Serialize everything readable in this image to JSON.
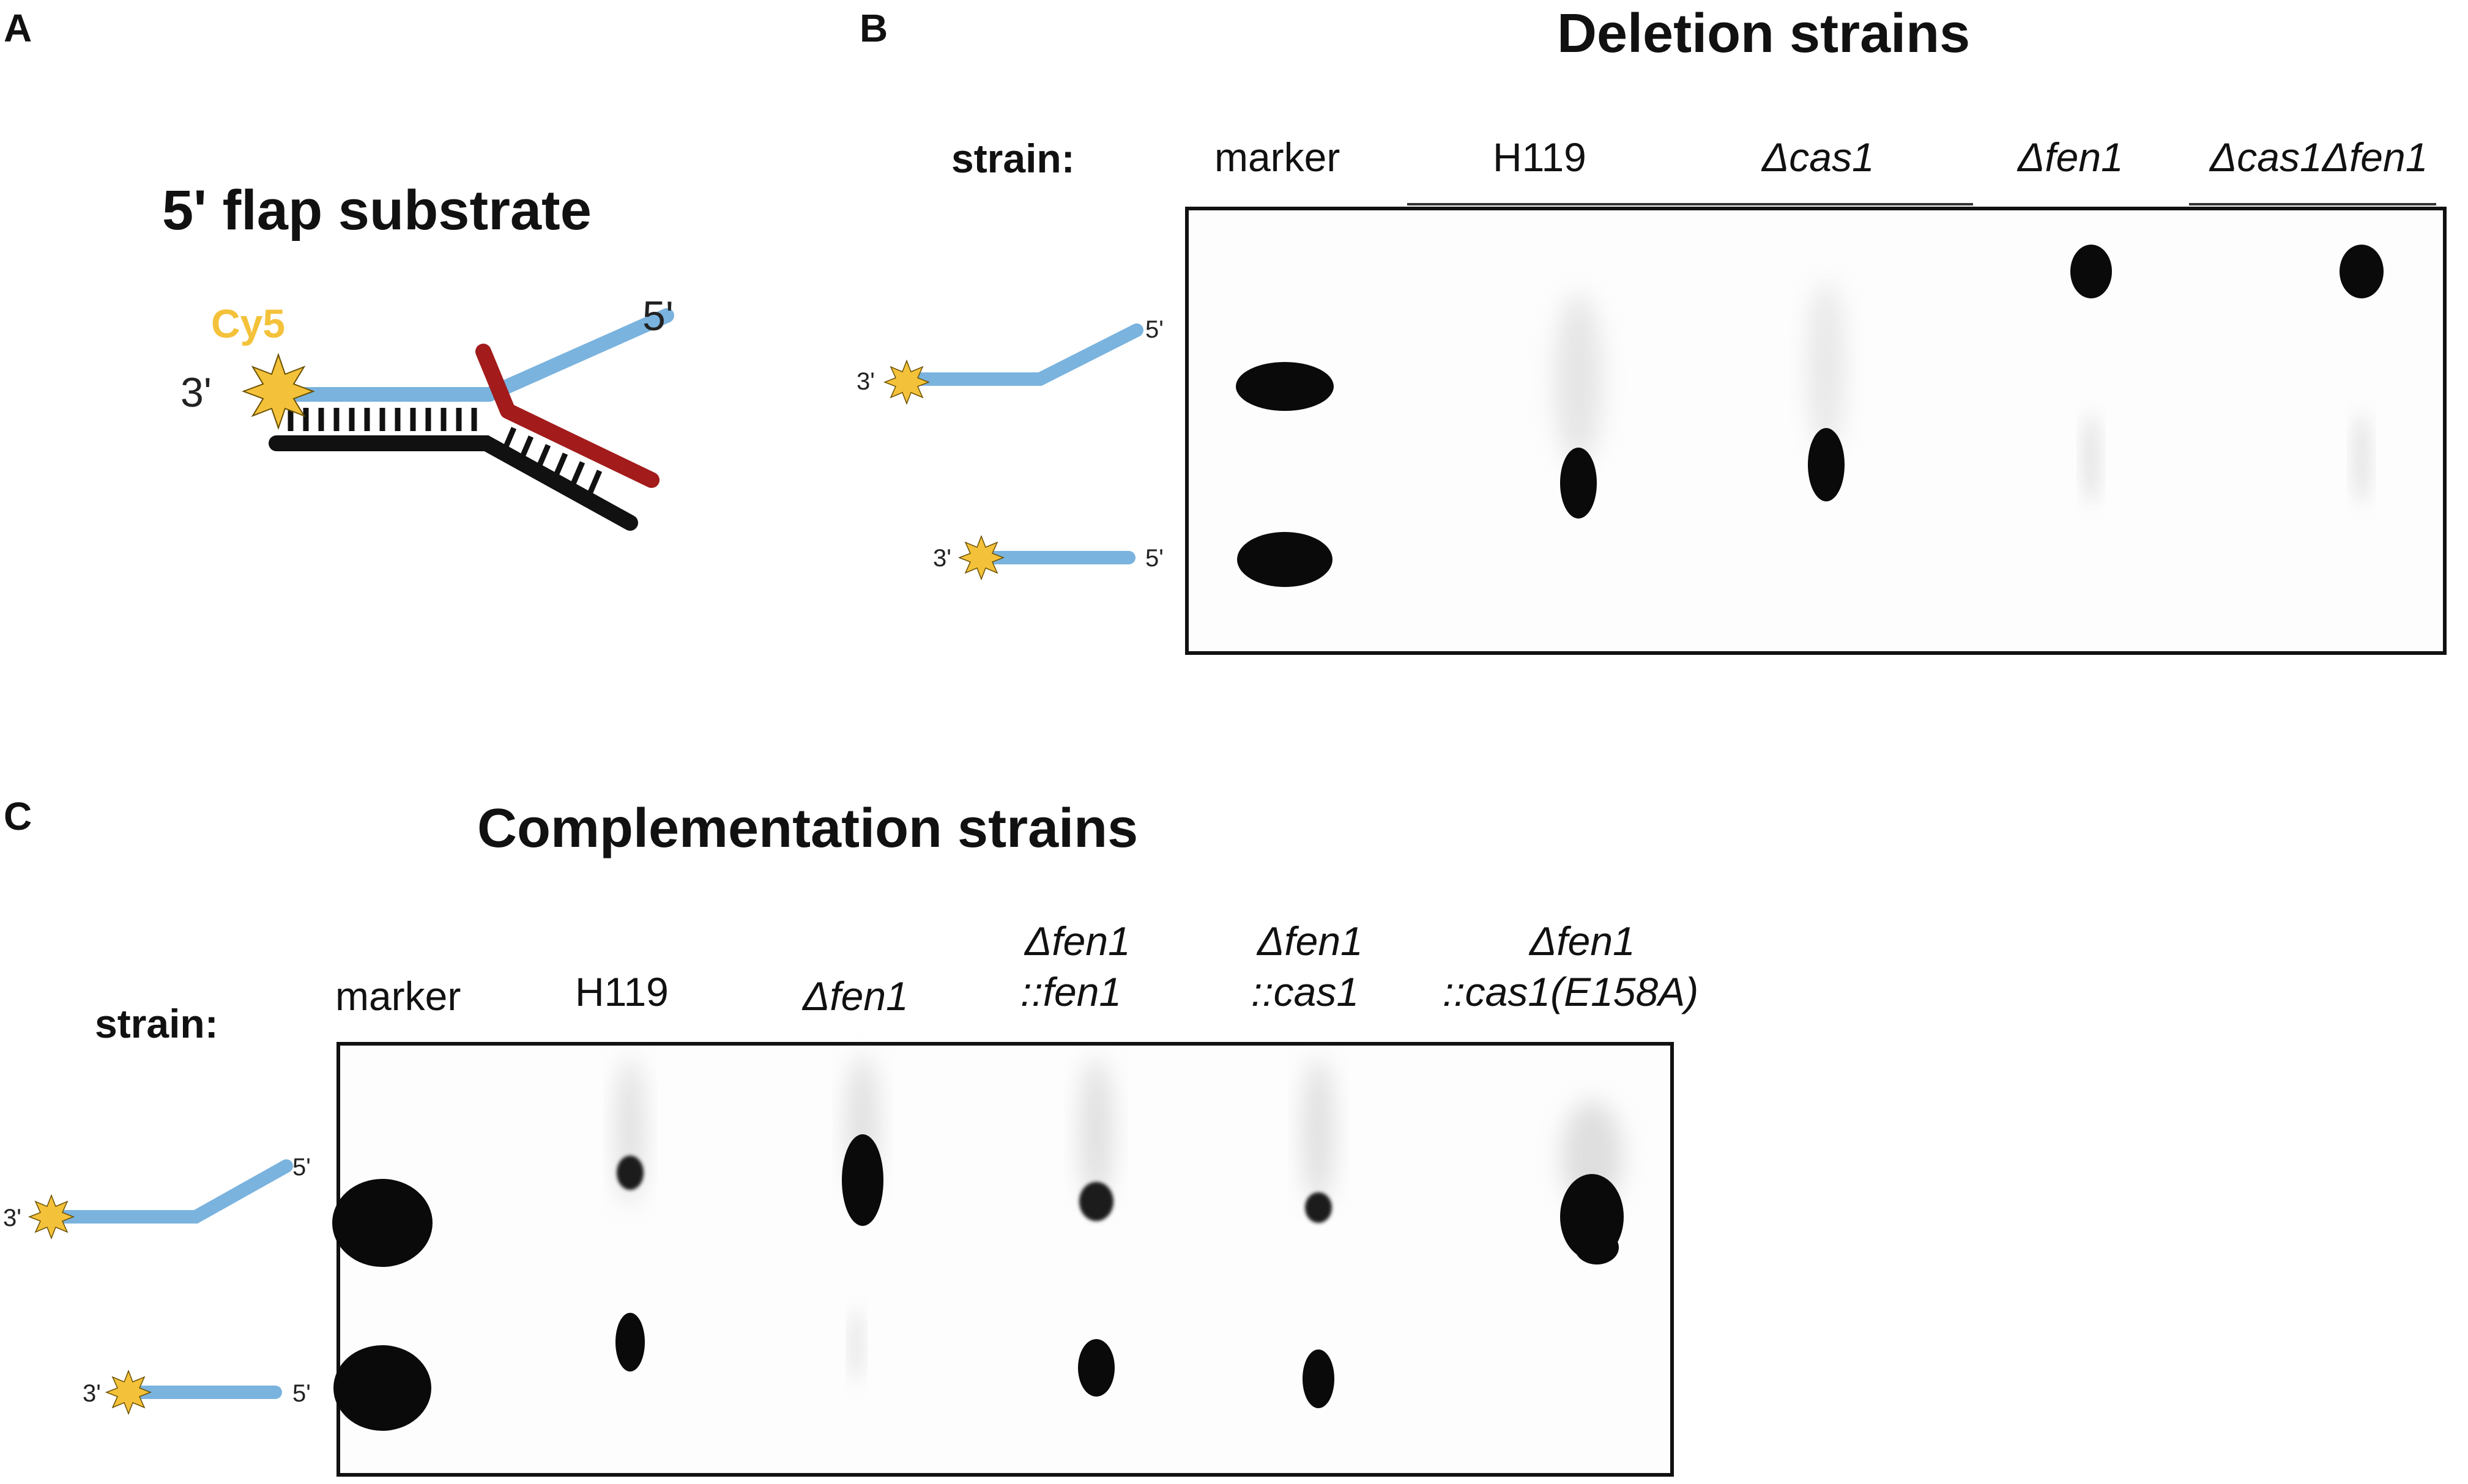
{
  "panel_a": {
    "letter": "A",
    "title": "5' flap substrate",
    "fluor_label": "Cy5",
    "three_prime": "3'",
    "five_prime": "5'"
  },
  "panel_b": {
    "letter": "B",
    "title": "Deletion strains",
    "strain_label": "strain:",
    "lanes": [
      "marker",
      "H119",
      "Δcas1",
      "Δfen1",
      "Δcas1Δfen1"
    ],
    "substrate_ends": {
      "three_prime": "3'",
      "five_prime": "5'"
    },
    "product_ends": {
      "three_prime": "3'",
      "five_prime": "5'"
    }
  },
  "panel_c": {
    "letter": "C",
    "title": "Complementation strains",
    "strain_label": "strain:",
    "lanes": [
      {
        "line1": "",
        "line2": "marker"
      },
      {
        "line1": "",
        "line2": "H119"
      },
      {
        "line1": "",
        "line2": "Δfen1"
      },
      {
        "line1": "Δfen1",
        "line2": "::fen1"
      },
      {
        "line1": "Δfen1",
        "line2": "::cas1"
      },
      {
        "line1": "Δfen1",
        "line2": "::cas1(E158A)"
      }
    ],
    "substrate_ends": {
      "three_prime": "3'",
      "five_prime": "5'"
    },
    "product_ends": {
      "three_prime": "3'",
      "five_prime": "5'"
    }
  },
  "colors": {
    "strand_blue": "#7ab3de",
    "flap_red": "#a31b1b",
    "template_black": "#111111",
    "fluor_yellow": "#f4c23a",
    "band": "#0a0a0a"
  }
}
